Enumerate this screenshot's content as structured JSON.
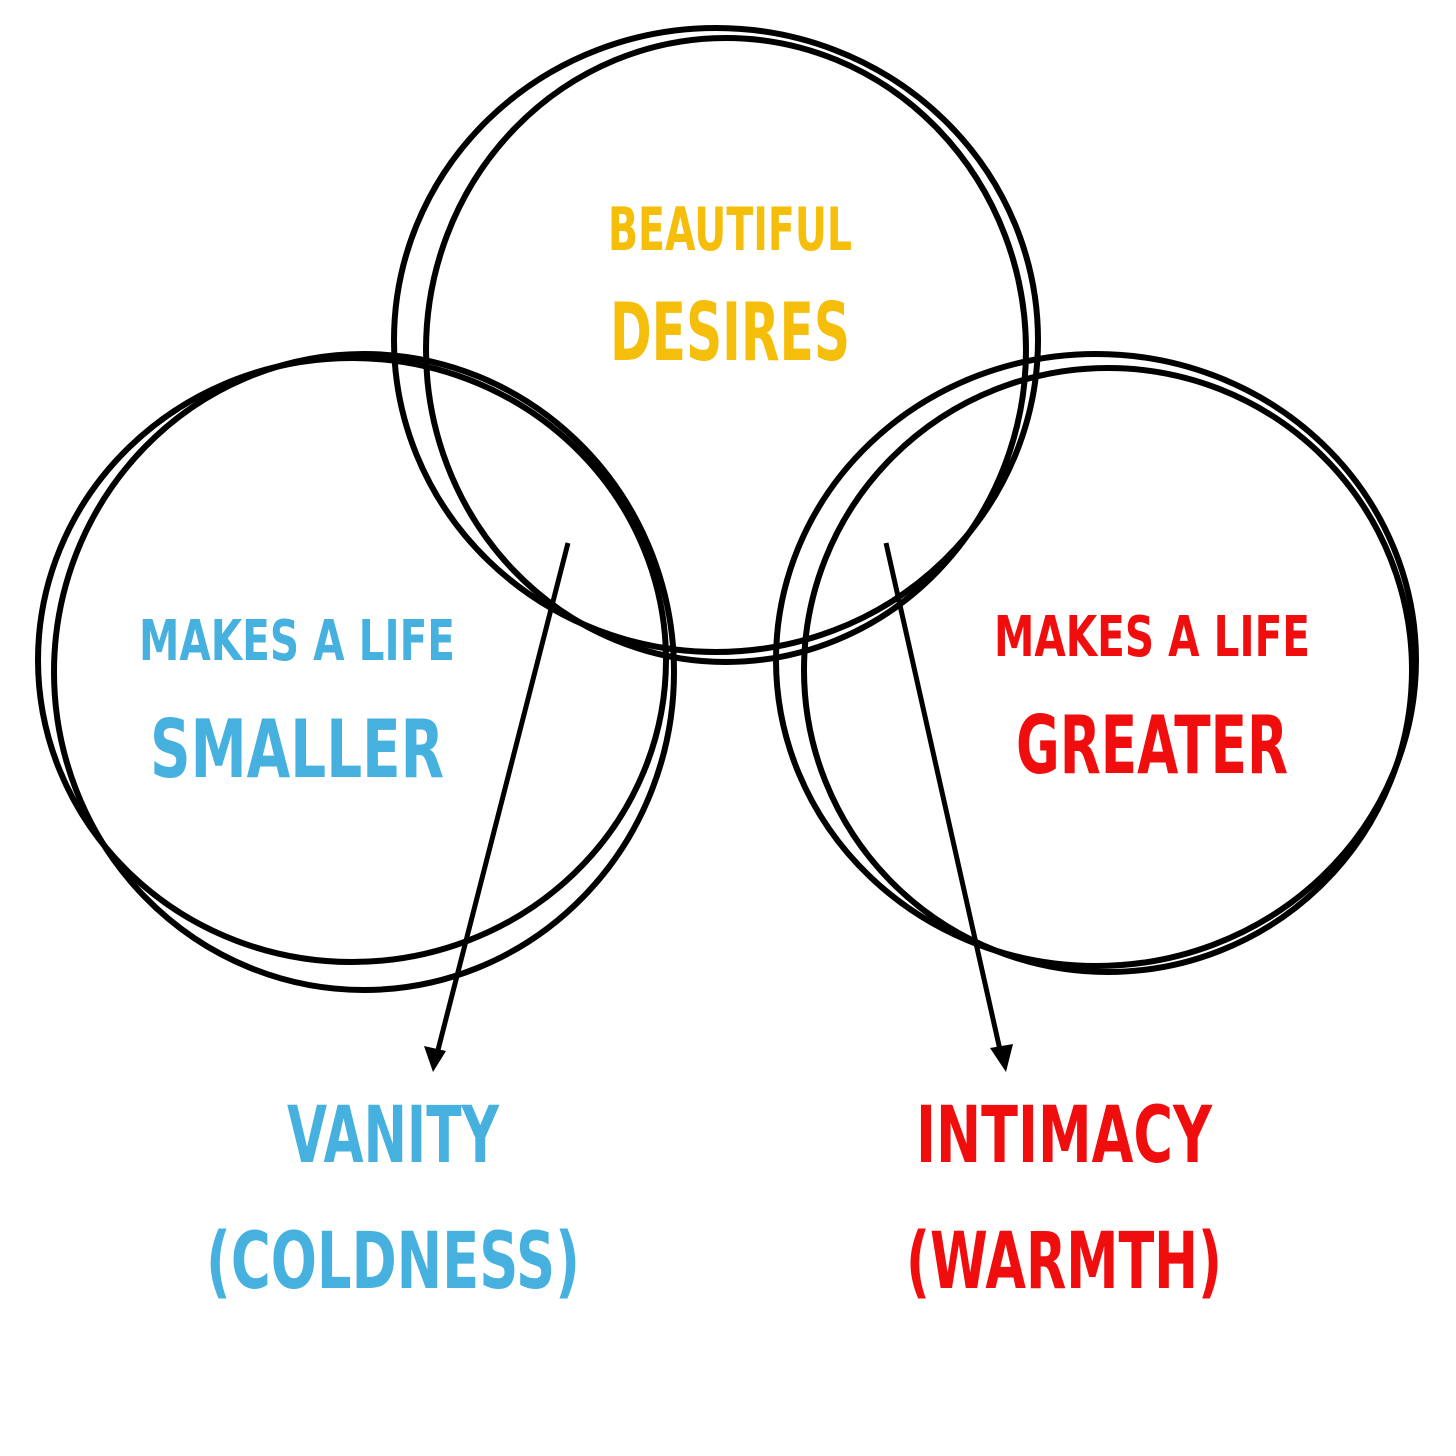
{
  "colors": {
    "yellow": "#f5be0b",
    "blue": "#46b0df",
    "red": "#f00d0d",
    "stroke": "#000000"
  },
  "circles": {
    "top": {
      "line1": "BEAUTIFUL",
      "line2": "DESIRES"
    },
    "left": {
      "line1": "MAKES A LIFE",
      "line2": "SMALLER"
    },
    "right": {
      "line1": "MAKES A LIFE",
      "line2": "GREATER"
    }
  },
  "outcomes": {
    "left": {
      "line1": "VANITY",
      "line2": "(COLDNESS)"
    },
    "right": {
      "line1": "INTIMACY",
      "line2": "(WARMTH)"
    }
  }
}
